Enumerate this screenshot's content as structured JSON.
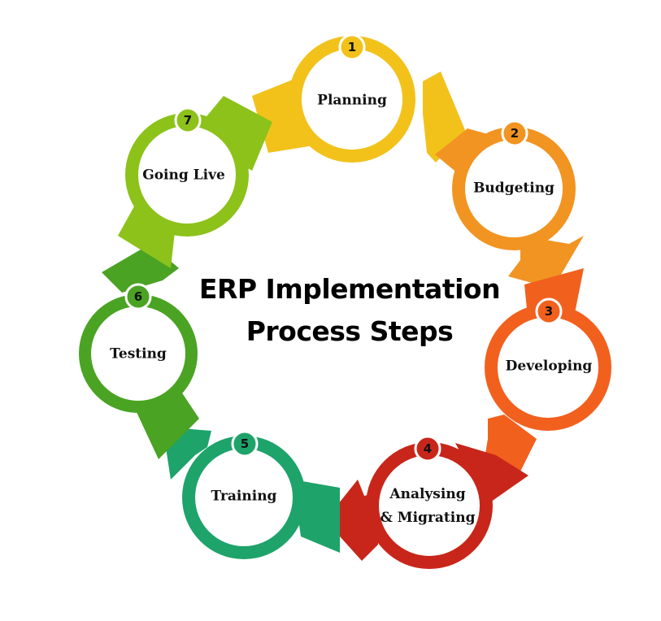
{
  "title_line1": "ERP Implementation",
  "title_line2": "Process Steps",
  "steps": [
    {
      "number": "1",
      "label": "Planning",
      "color": "#f2c21b"
    },
    {
      "number": "2",
      "label": "Budgeting",
      "color": "#f29422"
    },
    {
      "number": "3",
      "label": "Developing",
      "color": "#f2601e"
    },
    {
      "number": "4",
      "label": "Analysing",
      "label2": "& Migrating",
      "color": "#c8261a"
    },
    {
      "number": "5",
      "label": "Training",
      "color": "#1ea36b"
    },
    {
      "number": "6",
      "label": "Testing",
      "color": "#4aa323"
    },
    {
      "number": "7",
      "label": "Going Live",
      "color": "#8cc21a"
    }
  ]
}
